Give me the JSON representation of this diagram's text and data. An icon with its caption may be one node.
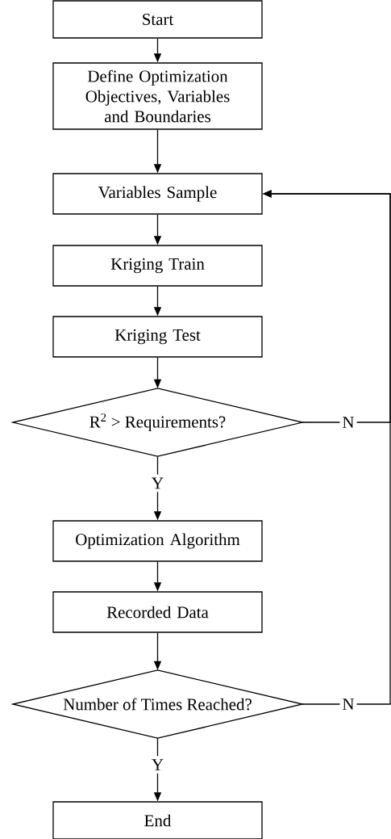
{
  "diagram": {
    "nodes": [
      {
        "text": [
          "Start"
        ]
      },
      {
        "text": [
          "Define Optimization Objectives, Variables and Boundaries"
        ]
      },
      {
        "text": [
          "Variables Sample"
        ]
      },
      {
        "text": [
          "Kriging Train"
        ]
      },
      {
        "text": [
          "Kriging Test"
        ]
      },
      {
        "text": [
          "R$^{2}$ > Requirements?"
        ]
      },
      {
        "text": [
          "Optimization Algorithm"
        ]
      },
      {
        "text": [
          "Recorded Data"
        ]
      },
      {
        "text": [
          "Number of Times Reached?"
        ]
      },
      {
        "text": [
          "End"
        ]
      }
    ],
    "edges": [
      {
        "from": 0,
        "to": 1,
        "arrow": "to"
      },
      {
        "from": 1,
        "to": 2,
        "arrow": "to"
      },
      {
        "from": 2,
        "to": 3,
        "arrow": "to"
      },
      {
        "from": 3,
        "to": 4,
        "arrow": "to"
      },
      {
        "from": 4,
        "to": 5,
        "arrow": "to"
      },
      {
        "from": 5,
        "to": 6,
        "arrow": "to",
        "label": "Y"
      },
      {
        "from": 6,
        "to": 7,
        "arrow": "to"
      },
      {
        "from": 7,
        "to": 8,
        "arrow": "to"
      },
      {
        "from": 8,
        "to": 9,
        "arrow": "to",
        "label": "Y"
      },
      {
        "from": 5,
        "to": 2,
        "arrow": "to",
        "label": "N"
      },
      {
        "from": 8,
        "to": 2,
        "arrow": "to",
        "label": "N"
      }
    ]
  }
}
